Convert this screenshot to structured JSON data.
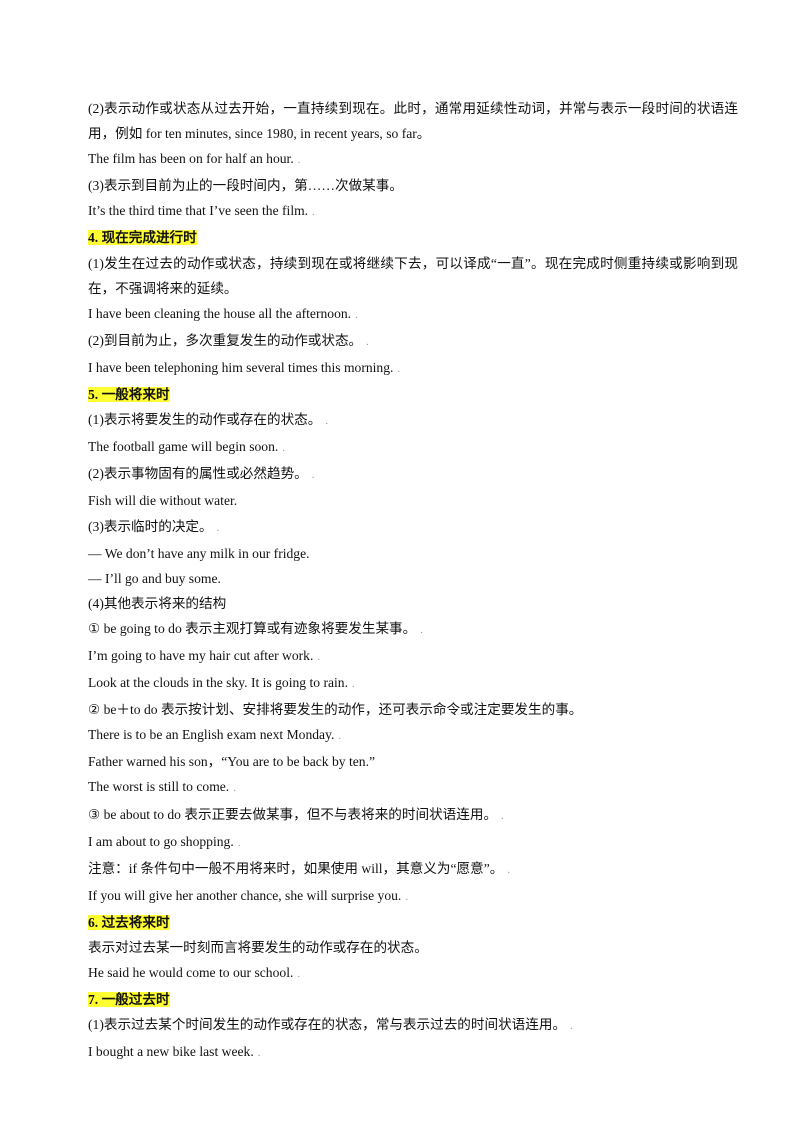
{
  "lines": [
    {
      "text": "(2)表示动作或状态从过去开始，一直持续到现在。此时，通常用延续性动词，并常与表示一段时间的状语连用，例如 for ten minutes, since 1980, in recent years, so far。",
      "kind": "para"
    },
    {
      "text": "The film has been on for half an hour.",
      "kind": "line",
      "mark": "."
    },
    {
      "text": "(3)表示到目前为止的一段时间内，第……次做某事。",
      "kind": "line"
    },
    {
      "text": "It’s the third time that I’ve seen the film.",
      "kind": "line",
      "mark": "."
    },
    {
      "text": "4. 现在完成进行时",
      "kind": "heading"
    },
    {
      "text": "(1)发生在过去的动作或状态，持续到现在或将继续下去，可以译成“一直”。现在完成时侧重持续或影响到现在，不强调将来的延续。",
      "kind": "para"
    },
    {
      "text": "I have been cleaning the house all the afternoon.",
      "kind": "line",
      "mark": "."
    },
    {
      "text": "(2)到目前为止，多次重复发生的动作或状态。",
      "kind": "line",
      "mark": "."
    },
    {
      "text": "I have been telephoning him several times this morning.",
      "kind": "line",
      "mark": "."
    },
    {
      "text": "5. 一般将来时",
      "kind": "heading"
    },
    {
      "text": "(1)表示将要发生的动作或存在的状态。",
      "kind": "line",
      "mark": "."
    },
    {
      "text": "The football game will begin soon.",
      "kind": "line",
      "mark": "."
    },
    {
      "text": "(2)表示事物固有的属性或必然趋势。",
      "kind": "line",
      "mark": "."
    },
    {
      "text": "Fish will die without water.",
      "kind": "line"
    },
    {
      "text": "(3)表示临时的决定。",
      "kind": "line",
      "mark": "."
    },
    {
      "text": "— We don’t have any milk in our fridge.",
      "kind": "line"
    },
    {
      "text": "— I’ll go and buy some.",
      "kind": "line"
    },
    {
      "text": "(4)其他表示将来的结构",
      "kind": "line"
    },
    {
      "text": "① be going to do 表示主观打算或有迹象将要发生某事。",
      "kind": "line",
      "mark": "."
    },
    {
      "text": "I’m going to have my hair cut after work.",
      "kind": "line",
      "mark": "."
    },
    {
      "text": "Look at the clouds in the sky. It is going to rain.",
      "kind": "line",
      "mark": "."
    },
    {
      "text": "② be＋to do 表示按计划、安排将要发生的动作，还可表示命令或注定要发生的事。",
      "kind": "line"
    },
    {
      "text": "There is to be an English exam next Monday.",
      "kind": "line",
      "mark": "."
    },
    {
      "text": "Father warned his son，“You are to be back by ten.”",
      "kind": "line"
    },
    {
      "text": "The worst is still to come.",
      "kind": "line",
      "mark": "."
    },
    {
      "text": "③ be about to do 表示正要去做某事，但不与表将来的时间状语连用。",
      "kind": "line",
      "mark": "."
    },
    {
      "text": "I am about to go shopping.",
      "kind": "line",
      "mark": "."
    },
    {
      "text": "注意：if 条件句中一般不用将来时，如果使用 will，其意义为“愿意”。",
      "kind": "line",
      "mark": "."
    },
    {
      "text": "If you will give her another chance, she will surprise you.",
      "kind": "line",
      "mark": "."
    },
    {
      "text": "6. 过去将来时",
      "kind": "heading"
    },
    {
      "text": "表示对过去某一时刻而言将要发生的动作或存在的状态。",
      "kind": "line"
    },
    {
      "text": "He said he would come to our school.",
      "kind": "line",
      "mark": "."
    },
    {
      "text": "7. 一般过去时",
      "kind": "heading"
    },
    {
      "text": "(1)表示过去某个时间发生的动作或存在的状态，常与表示过去的时间状语连用。",
      "kind": "line",
      "mark": "."
    },
    {
      "text": "I bought a new bike last week.",
      "kind": "line",
      "mark": "."
    }
  ]
}
